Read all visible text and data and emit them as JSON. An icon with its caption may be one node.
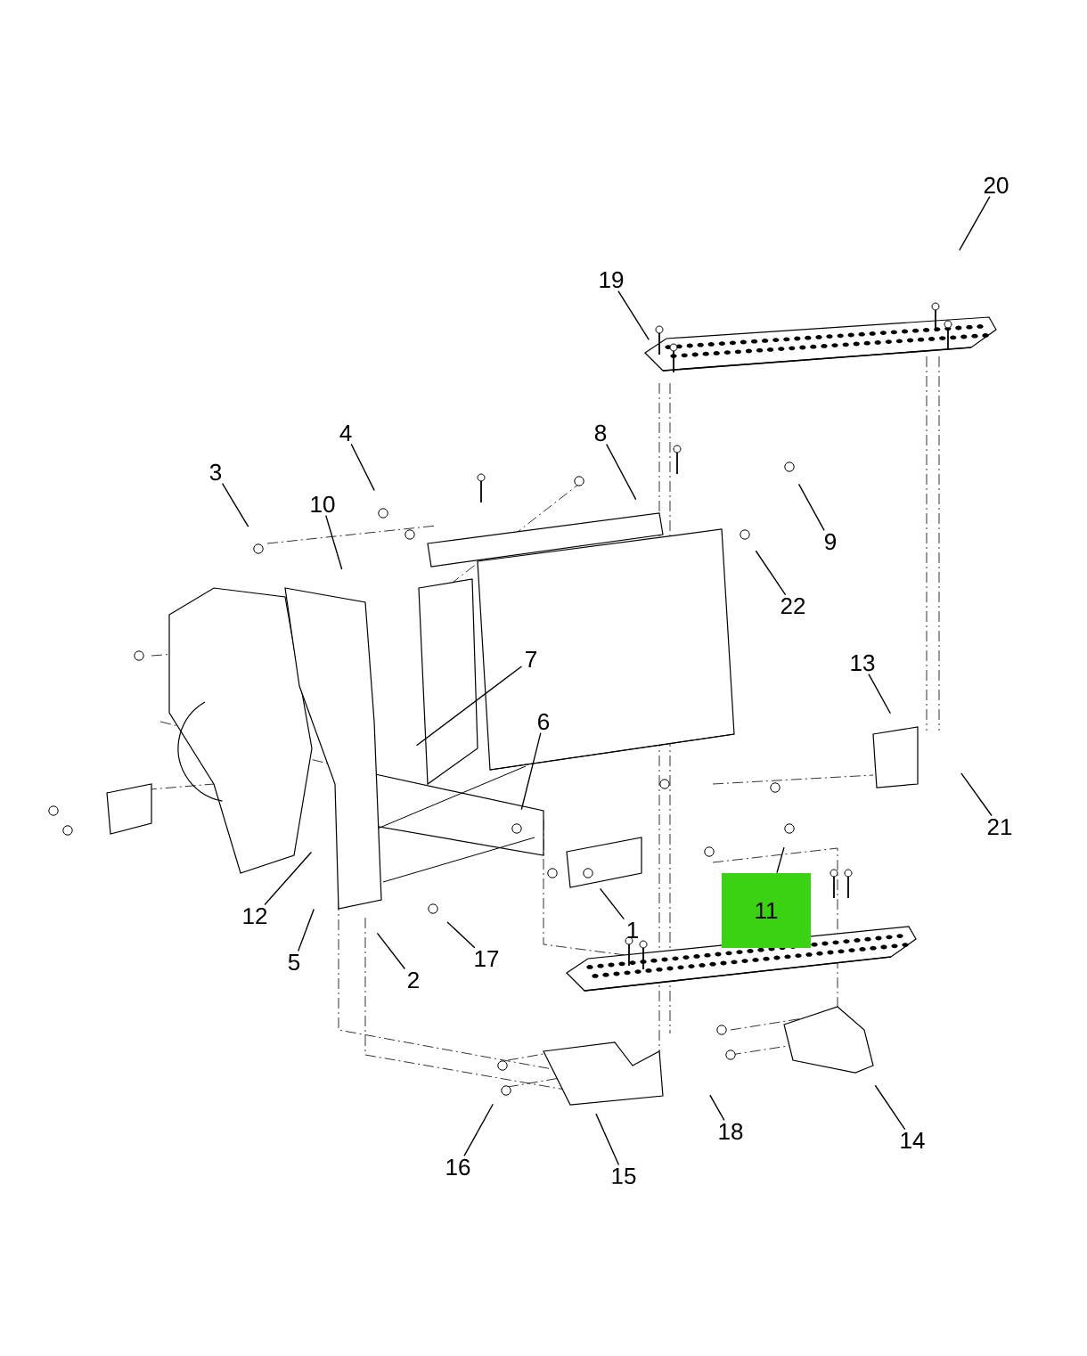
{
  "diagram": {
    "nodes": [
      {
        "text": [
          "1"
        ]
      },
      {
        "text": [
          "2"
        ]
      },
      {
        "text": [
          "3"
        ]
      },
      {
        "text": [
          "4"
        ]
      },
      {
        "text": [
          "5"
        ]
      },
      {
        "text": [
          "6"
        ]
      },
      {
        "text": [
          "7"
        ]
      },
      {
        "text": [
          "8"
        ]
      },
      {
        "text": [
          "9"
        ]
      },
      {
        "text": [
          "10"
        ]
      },
      {
        "text": [
          "11"
        ]
      },
      {
        "text": [
          "12"
        ]
      },
      {
        "text": [
          "13"
        ]
      },
      {
        "text": [
          "14"
        ]
      },
      {
        "text": [
          "15"
        ]
      },
      {
        "text": [
          "16"
        ]
      },
      {
        "text": [
          "17"
        ]
      },
      {
        "text": [
          "18"
        ]
      },
      {
        "text": [
          "19"
        ]
      },
      {
        "text": [
          "20"
        ]
      },
      {
        "text": [
          "21"
        ]
      },
      {
        "text": [
          "22"
        ]
      }
    ],
    "edges": [
      {
        "from": 0,
        "to": null,
        "arrow": "none"
      },
      {
        "from": 1,
        "to": null,
        "arrow": "none"
      },
      {
        "from": 2,
        "to": null,
        "arrow": "none"
      },
      {
        "from": 3,
        "to": null,
        "arrow": "none"
      },
      {
        "from": 4,
        "to": null,
        "arrow": "none"
      },
      {
        "from": 5,
        "to": null,
        "arrow": "none"
      },
      {
        "from": 6,
        "to": null,
        "arrow": "none"
      },
      {
        "from": 7,
        "to": null,
        "arrow": "none"
      },
      {
        "from": 8,
        "to": null,
        "arrow": "none"
      },
      {
        "from": 9,
        "to": null,
        "arrow": "none"
      },
      {
        "from": 10,
        "to": null,
        "arrow": "none"
      },
      {
        "from": 11,
        "to": null,
        "arrow": "none"
      },
      {
        "from": 12,
        "to": null,
        "arrow": "none"
      },
      {
        "from": 13,
        "to": null,
        "arrow": "none"
      },
      {
        "from": 14,
        "to": null,
        "arrow": "none"
      },
      {
        "from": 15,
        "to": null,
        "arrow": "none"
      },
      {
        "from": 16,
        "to": null,
        "arrow": "none"
      },
      {
        "from": 17,
        "to": null,
        "arrow": "none"
      },
      {
        "from": 18,
        "to": null,
        "arrow": "none"
      },
      {
        "from": 19,
        "to": null,
        "arrow": "none"
      },
      {
        "from": 20,
        "to": null,
        "arrow": "none"
      },
      {
        "from": 21,
        "to": null,
        "arrow": "none"
      }
    ]
  }
}
